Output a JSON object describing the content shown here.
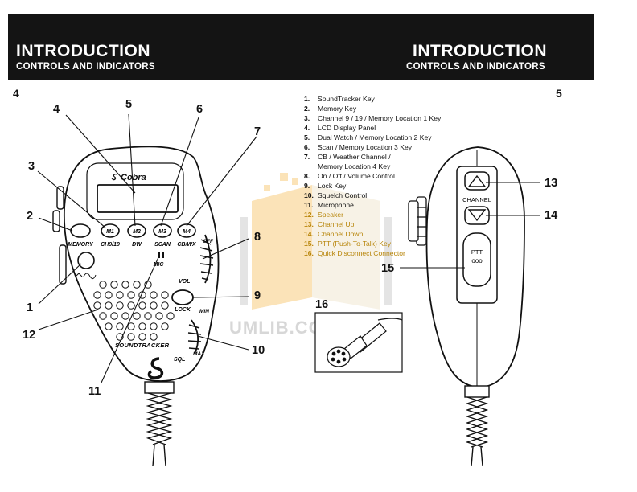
{
  "header": {
    "left_title": "INTRODUCTION",
    "left_subtitle": "CONTROLS AND INDICATORS",
    "right_title": "INTRODUCTION",
    "right_subtitle": "CONTROLS AND INDICATORS"
  },
  "page_numbers": {
    "left": "4",
    "right": "5"
  },
  "legend": [
    {
      "num": "1.",
      "text": "SoundTracker Key"
    },
    {
      "num": "2.",
      "text": "Memory Key"
    },
    {
      "num": "3.",
      "text": "Channel 9 / 19 / Memory Location 1 Key"
    },
    {
      "num": "4.",
      "text": "LCD Display Panel"
    },
    {
      "num": "5.",
      "text": "Dual Watch / Memory Location 2 Key"
    },
    {
      "num": "6.",
      "text": "Scan / Memory Location 3 Key"
    },
    {
      "num": "7.",
      "text": "CB / Weather Channel /"
    },
    {
      "num": "",
      "text": "Memory Location 4 Key"
    },
    {
      "num": "8.",
      "text": "On / Off / Volume Control"
    },
    {
      "num": "9.",
      "text": "Lock Key"
    },
    {
      "num": "10.",
      "text": "Squelch Control"
    },
    {
      "num": "11.",
      "text": "Microphone"
    },
    {
      "num": "12.",
      "text": "Speaker"
    },
    {
      "num": "13.",
      "text": "Channel Up"
    },
    {
      "num": "14.",
      "text": "Channel Down"
    },
    {
      "num": "15.",
      "text": "PTT (Push-To-Talk) Key"
    },
    {
      "num": "16.",
      "text": "Quick Disconnect Connector"
    }
  ],
  "callouts": {
    "c1": "1",
    "c2": "2",
    "c3": "3",
    "c4": "4",
    "c5": "5",
    "c6": "6",
    "c7": "7",
    "c8": "8",
    "c9": "9",
    "c10": "10",
    "c11": "11",
    "c12": "12",
    "c13": "13",
    "c14": "14",
    "c15": "15",
    "c16": "16"
  },
  "mic_front": {
    "brand": "Cobra",
    "key_labels": [
      "MEMORY",
      "CH9/19",
      "DW",
      "SCAN",
      "CB/WX"
    ],
    "button_labels": [
      "M1",
      "M2",
      "M3",
      "M4"
    ],
    "mic_label": "MIC",
    "vol_label": "VOL",
    "off_label": "OFF",
    "lock_label": "LOCK",
    "min_label": "MIN",
    "max_label": "MAX",
    "sql_label": "SQL",
    "soundtracker_label": "SOUNDTRACKER"
  },
  "mic_side": {
    "channel_label": "CHANNEL",
    "ptt_label": "PTT",
    "ptt_dots": "ooo"
  },
  "watermark": "UMLIB.COM"
}
